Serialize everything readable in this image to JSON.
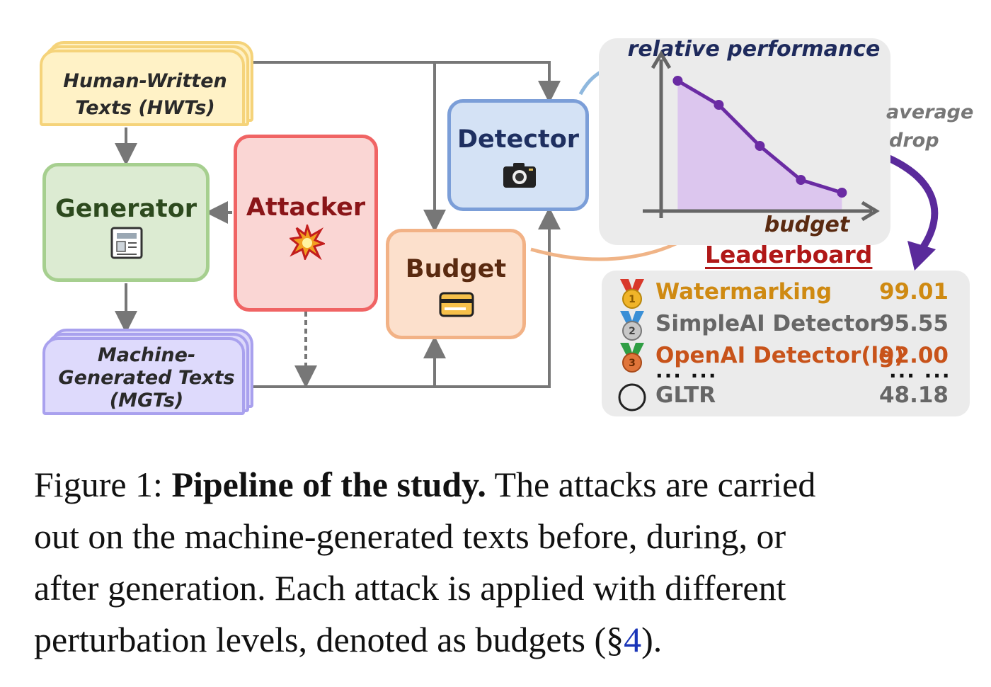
{
  "nodes": {
    "hwt": "Human-Written\nTexts (HWTs)",
    "generator": "Generator",
    "attacker": "Attacker",
    "detector": "Detector",
    "budget": "Budget",
    "mgt_line1": "Machine-",
    "mgt_line2": "Generated Texts",
    "mgt_line3": "(MGTs)"
  },
  "performance_chart": {
    "y_label": "relative performance",
    "x_label": "budget",
    "annotation_line1": "average",
    "annotation_line2": "drop"
  },
  "chart_data": {
    "type": "area",
    "title": "",
    "xlabel": "budget",
    "ylabel": "relative performance",
    "x": [
      1,
      2,
      3,
      4,
      5
    ],
    "values": [
      0.92,
      0.75,
      0.46,
      0.22,
      0.13
    ],
    "ylim": [
      0,
      1
    ],
    "grid": false,
    "colors": {
      "line": "#6a2ba3",
      "fill": "#dcc6ee"
    }
  },
  "leaderboard": {
    "title": "Leaderboard",
    "rows": [
      {
        "name": "Watermarking",
        "score": "99.01",
        "medal": "1",
        "medal_icon": "gold-medal-icon",
        "color": "#cf8a12"
      },
      {
        "name": "SimpleAI Detector",
        "score": "95.55",
        "medal": "2",
        "medal_icon": "silver-medal-icon",
        "color": "#666666"
      },
      {
        "name": "OpenAI Detector(lg)",
        "score": "92.00",
        "medal": "3",
        "medal_icon": "bronze-medal-icon",
        "color": "#c8531a"
      },
      {
        "name": "GLTR",
        "score": "48.18",
        "medal": "",
        "medal_icon": "empty-circle-icon",
        "color": "#666666"
      }
    ],
    "ellipsis": "··· ···"
  },
  "caption": {
    "line1_prefix": "Figure 1: ",
    "line1_bold": "Pipeline of the study.",
    "line1_rest": " The attacks are carried",
    "line2": "out on the machine-generated texts before, during, or",
    "line3": "after generation. Each attack is applied with different",
    "line4_prefix": "perturbation levels, denoted as budgets (§",
    "line4_ref": "4",
    "line4_suffix": ")."
  }
}
